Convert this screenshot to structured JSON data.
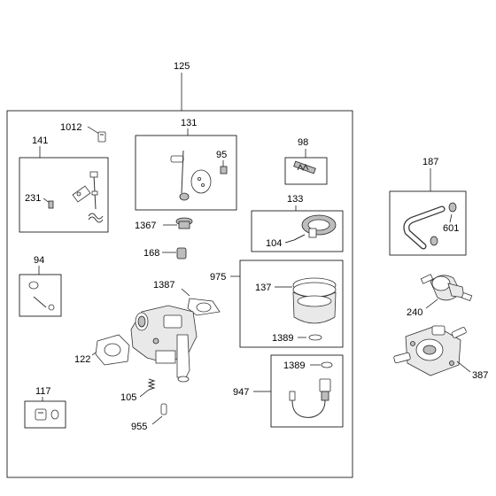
{
  "callouts": {
    "c125": "125",
    "c1012": "1012",
    "c141": "141",
    "c231": "231",
    "c131": "131",
    "c95": "95",
    "c98": "98",
    "c133": "133",
    "c104": "104",
    "c1367": "1367",
    "c168": "168",
    "c94": "94",
    "c1387": "1387",
    "c975": "975",
    "c137": "137",
    "c1389a": "1389",
    "c122": "122",
    "c117": "117",
    "c105": "105",
    "c955": "955",
    "c947": "947",
    "c1389b": "1389",
    "c187": "187",
    "c601": "601",
    "c240": "240",
    "c387": "387"
  }
}
